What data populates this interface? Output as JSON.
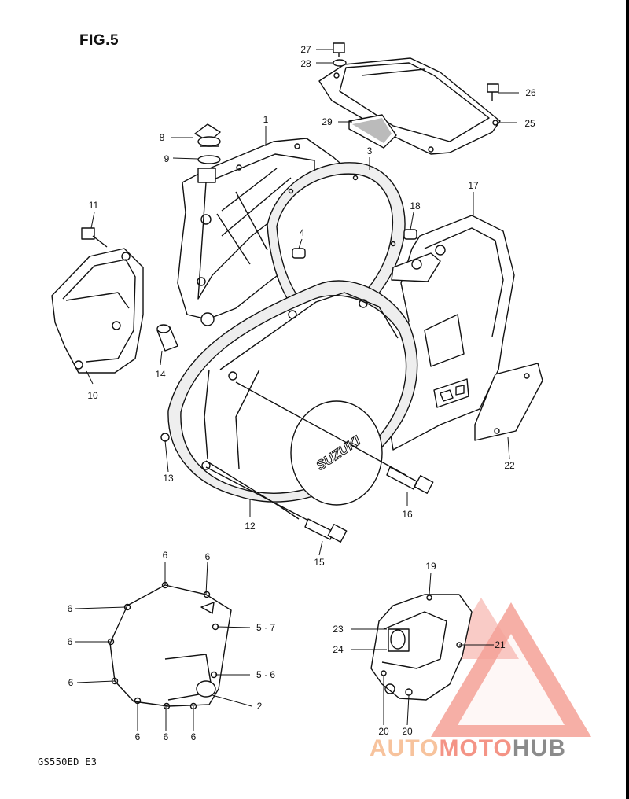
{
  "figure": {
    "title": "FIG.5",
    "code": "GS550ED  E3"
  },
  "brand_text": "SUZUKI",
  "watermark": {
    "part1": "AUTO",
    "part2": "MOTO",
    "part3": "HUB"
  },
  "callouts": {
    "c1": "1",
    "c2": "2",
    "c3": "3",
    "c4": "4",
    "c5_7": "5 · 7",
    "c5_6": "5 · 6",
    "c6a": "6",
    "c6b": "6",
    "c6c": "6",
    "c6d": "6",
    "c6e": "6",
    "c6f": "6",
    "c6g": "6",
    "c6h": "6",
    "c8": "8",
    "c9": "9",
    "c10": "10",
    "c11": "11",
    "c12": "12",
    "c13": "13",
    "c14": "14",
    "c15": "15",
    "c16": "16",
    "c17": "17",
    "c18": "18",
    "c19": "19",
    "c20a": "20",
    "c20b": "20",
    "c21": "21",
    "c22": "22",
    "c23": "23",
    "c24": "24",
    "c25": "25",
    "c26": "26",
    "c27": "27",
    "c28": "28",
    "c29": "29"
  },
  "colors": {
    "line": "#111111",
    "wm_light": "#f7c39d",
    "wm_red": "#f49486",
    "wm_grey": "#8b8b8b"
  }
}
